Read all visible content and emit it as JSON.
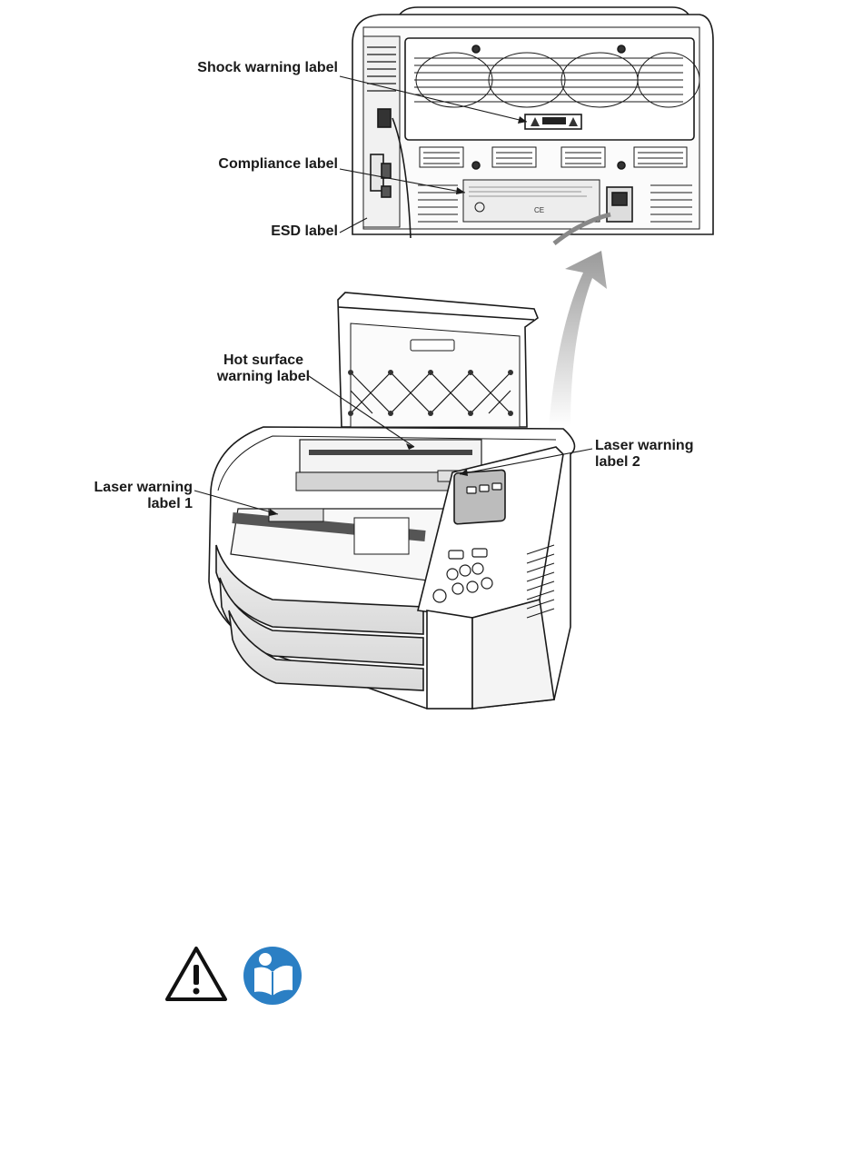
{
  "labels": {
    "shock": "Shock warning label",
    "compliance": "Compliance label",
    "esd": "ESD label",
    "hot_surface": [
      "Hot surface",
      "warning label"
    ],
    "laser_1": [
      "Laser warning",
      "label 1"
    ],
    "laser_2": [
      "Laser warning",
      "label 2"
    ]
  },
  "symbols": [
    "warning-triangle-icon",
    "read-manual-icon"
  ],
  "colors": {
    "line": "#1a1a1a",
    "manual_blue": "#2b7fc4",
    "arrow_gray": "#bdbdbd"
  }
}
